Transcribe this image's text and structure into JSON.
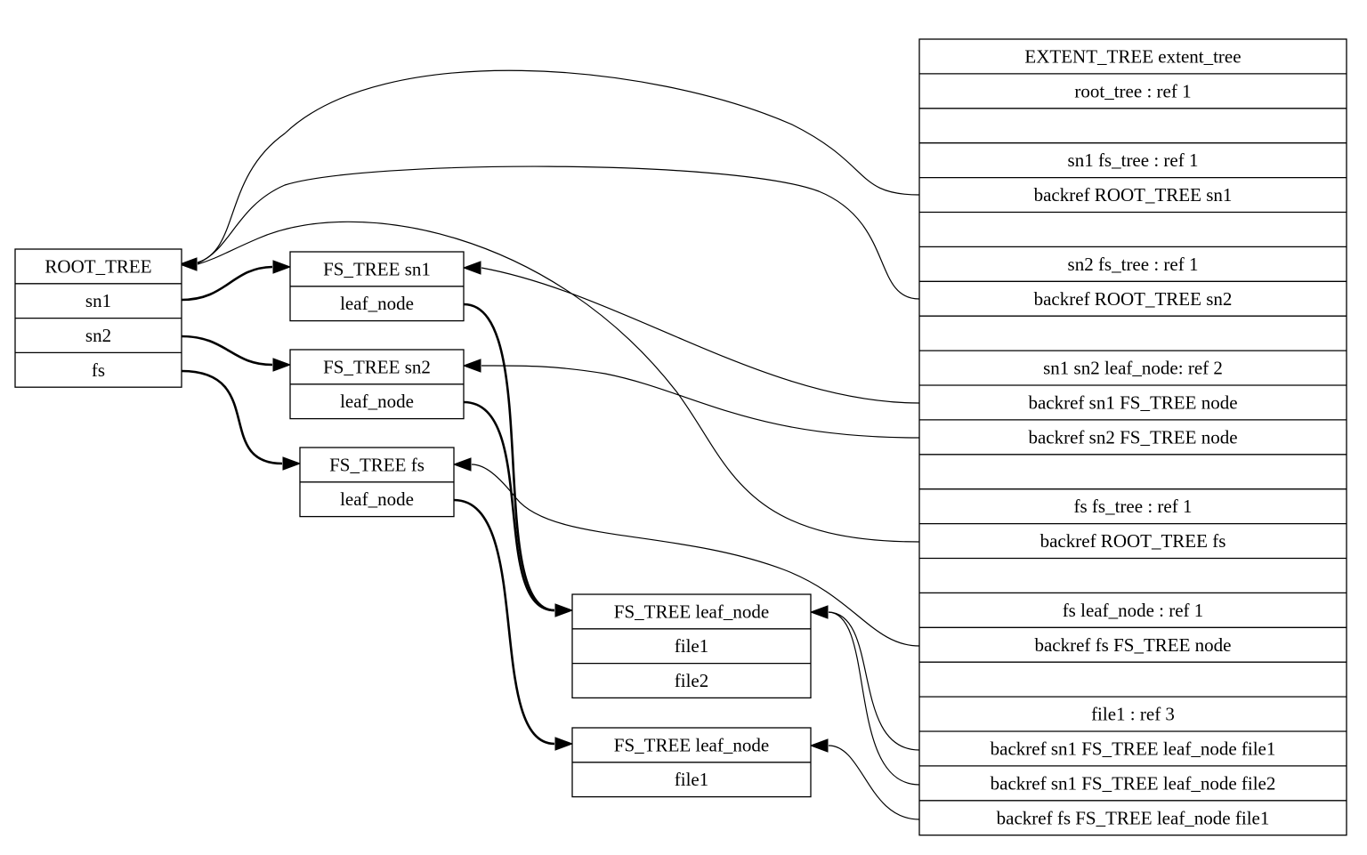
{
  "nodes": {
    "root_tree": {
      "header": "ROOT_TREE",
      "fields": [
        "sn1",
        "sn2",
        "fs"
      ]
    },
    "fs_tree_sn1": {
      "header": "FS_TREE sn1",
      "fields": [
        "leaf_node"
      ]
    },
    "fs_tree_sn2": {
      "header": "FS_TREE sn2",
      "fields": [
        "leaf_node"
      ]
    },
    "fs_tree_fs": {
      "header": "FS_TREE fs",
      "fields": [
        "leaf_node"
      ]
    },
    "leaf_node_a": {
      "header": "FS_TREE leaf_node",
      "fields": [
        "file1",
        "file2"
      ]
    },
    "leaf_node_b": {
      "header": "FS_TREE leaf_node",
      "fields": [
        "file1"
      ]
    },
    "extent_tree": {
      "header": "EXTENT_TREE extent_tree",
      "fields": [
        "root_tree : ref 1",
        "",
        "sn1 fs_tree : ref 1",
        "backref ROOT_TREE sn1",
        "",
        "sn2 fs_tree : ref 1",
        "backref ROOT_TREE sn2",
        "",
        "sn1 sn2 leaf_node: ref 2",
        "backref sn1 FS_TREE node",
        "backref sn2 FS_TREE node",
        "",
        "fs fs_tree : ref 1",
        "backref ROOT_TREE fs",
        "",
        "fs leaf_node : ref 1",
        "backref fs FS_TREE node",
        "",
        "file1 : ref 3",
        "backref sn1 FS_TREE leaf_node file1",
        "backref sn1 FS_TREE leaf_node file2",
        "backref fs FS_TREE leaf_node file1"
      ]
    }
  }
}
